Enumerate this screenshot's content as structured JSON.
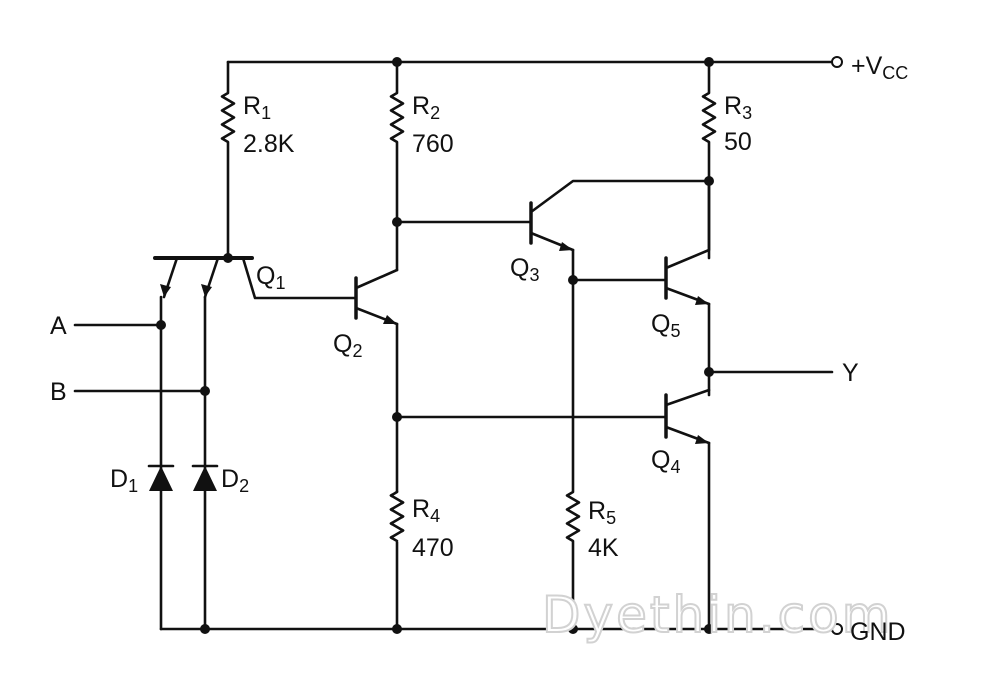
{
  "supply": {
    "name": "+V",
    "sub": "CC"
  },
  "ground": {
    "name": "GND"
  },
  "inputs": [
    {
      "name": "A"
    },
    {
      "name": "B"
    }
  ],
  "output": {
    "name": "Y"
  },
  "resistors": [
    {
      "name": "R",
      "sub": "1",
      "value": "2.8K"
    },
    {
      "name": "R",
      "sub": "2",
      "value": "760"
    },
    {
      "name": "R",
      "sub": "3",
      "value": "50"
    },
    {
      "name": "R",
      "sub": "4",
      "value": "470"
    },
    {
      "name": "R",
      "sub": "5",
      "value": "4K"
    }
  ],
  "transistors": [
    {
      "name": "Q",
      "sub": "1"
    },
    {
      "name": "Q",
      "sub": "2"
    },
    {
      "name": "Q",
      "sub": "3"
    },
    {
      "name": "Q",
      "sub": "4"
    },
    {
      "name": "Q",
      "sub": "5"
    }
  ],
  "diodes": [
    {
      "name": "D",
      "sub": "1"
    },
    {
      "name": "D",
      "sub": "2"
    }
  ],
  "watermark": "Dyethin.com"
}
